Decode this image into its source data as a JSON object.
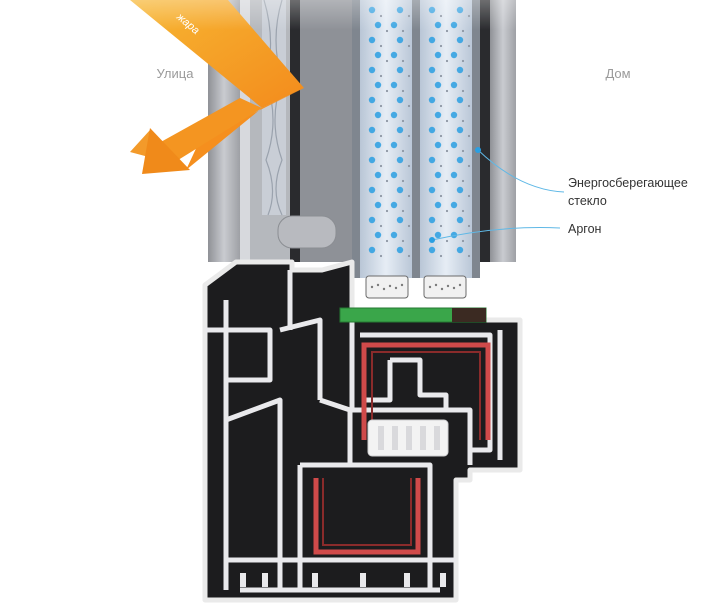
{
  "labels": {
    "outside": "Улица",
    "inside": "Дом",
    "heat": "жара",
    "energy_glass_line1": "Энергосберегающее",
    "energy_glass_line2": "стекло",
    "argon": "Аргон"
  },
  "colors": {
    "profile_dark": "#1c1c1e",
    "profile_light": "#e9e9ec",
    "frame_grey": "#a9abb0",
    "glass_blue": "#cfd9e6",
    "argon_dot": "#2a9fe2",
    "spacer_green": "#3aa64a",
    "reinforcement_red": "#d04a4a",
    "heat_arrow": "#f6a623",
    "pointer_line": "#5fb8e6",
    "label_text": "#333333",
    "side_label_text": "#9a9a9a"
  },
  "icons": [
    "heat-arrow-icon",
    "argon-bubble-icon"
  ]
}
